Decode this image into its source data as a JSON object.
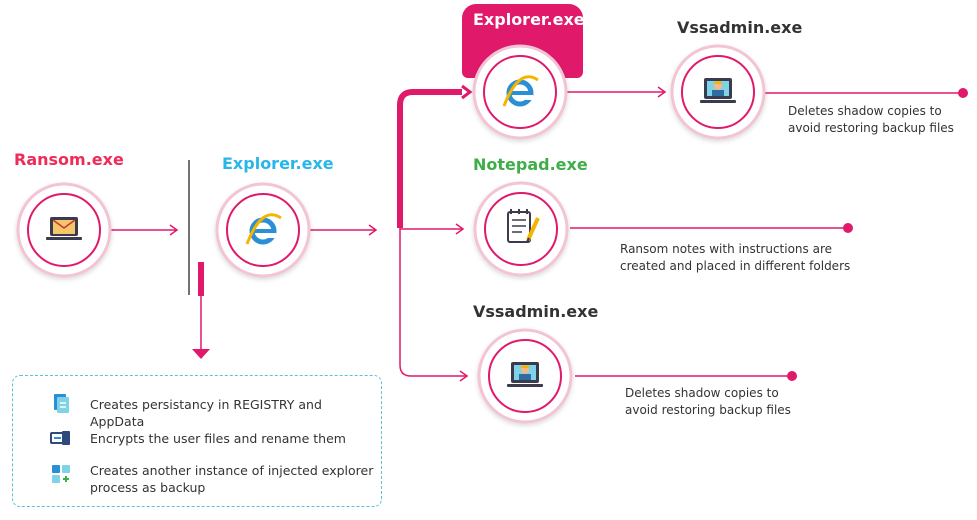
{
  "nodes": {
    "ransom": {
      "label": "Ransom.exe",
      "color": "#ef2b5a",
      "icon": "laptop-envelope-icon"
    },
    "explorer_injected": {
      "label": "Explorer.exe",
      "color": "#29b6e8",
      "icon": "internet-explorer-icon"
    },
    "explorer_top": {
      "label": "Explorer.exe",
      "color": "#ffffff",
      "icon": "internet-explorer-icon"
    },
    "vssadmin_top": {
      "label": "Vssadmin.exe",
      "color": "#333333",
      "icon": "laptop-worker-icon"
    },
    "notepad": {
      "label": "Notepad.exe",
      "color": "#3fae49",
      "icon": "notepad-pen-icon"
    },
    "vssadmin_bottom": {
      "label": "Vssadmin.exe",
      "color": "#333333",
      "icon": "laptop-worker-icon"
    }
  },
  "descriptions": {
    "vssadmin_top": [
      "Deletes shadow copies to",
      "avoid restoring backup files"
    ],
    "notepad": [
      "Ransom notes with instructions are",
      "created and placed in different folders"
    ],
    "vssadmin_bottom": [
      "Deletes shadow copies to",
      "avoid restoring backup files"
    ]
  },
  "legend": [
    {
      "text": "Creates persistancy in REGISTRY and AppData",
      "icon": "registry-file-icon"
    },
    {
      "text": "Encrypts the user files and rename them",
      "icon": "encrypt-icon"
    },
    {
      "text": "Creates another instance of injected explorer process as backup",
      "icon": "process-instance-icon"
    }
  ],
  "colors": {
    "accent": "#e0196b",
    "ring": "#f3c4d3",
    "dashed_border": "#5bc0de"
  }
}
